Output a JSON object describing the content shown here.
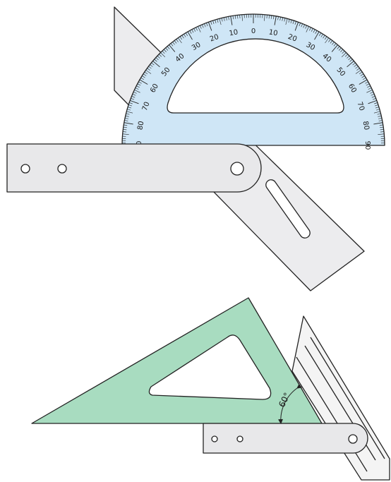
{
  "figure": {
    "colors": {
      "protractor_fill": "#cfe6f6",
      "triangle_fill": "#a8dcc0",
      "arm_fill": "#e8e8ea",
      "blade_fill": "#ececee",
      "outline": "#222222"
    },
    "protractor": {
      "scale_min": 0,
      "scale_max": 90,
      "scale_labels": [
        "0",
        "10",
        "20",
        "30",
        "40",
        "50",
        "60",
        "70",
        "80",
        "90"
      ]
    },
    "angle_label": "60°"
  }
}
